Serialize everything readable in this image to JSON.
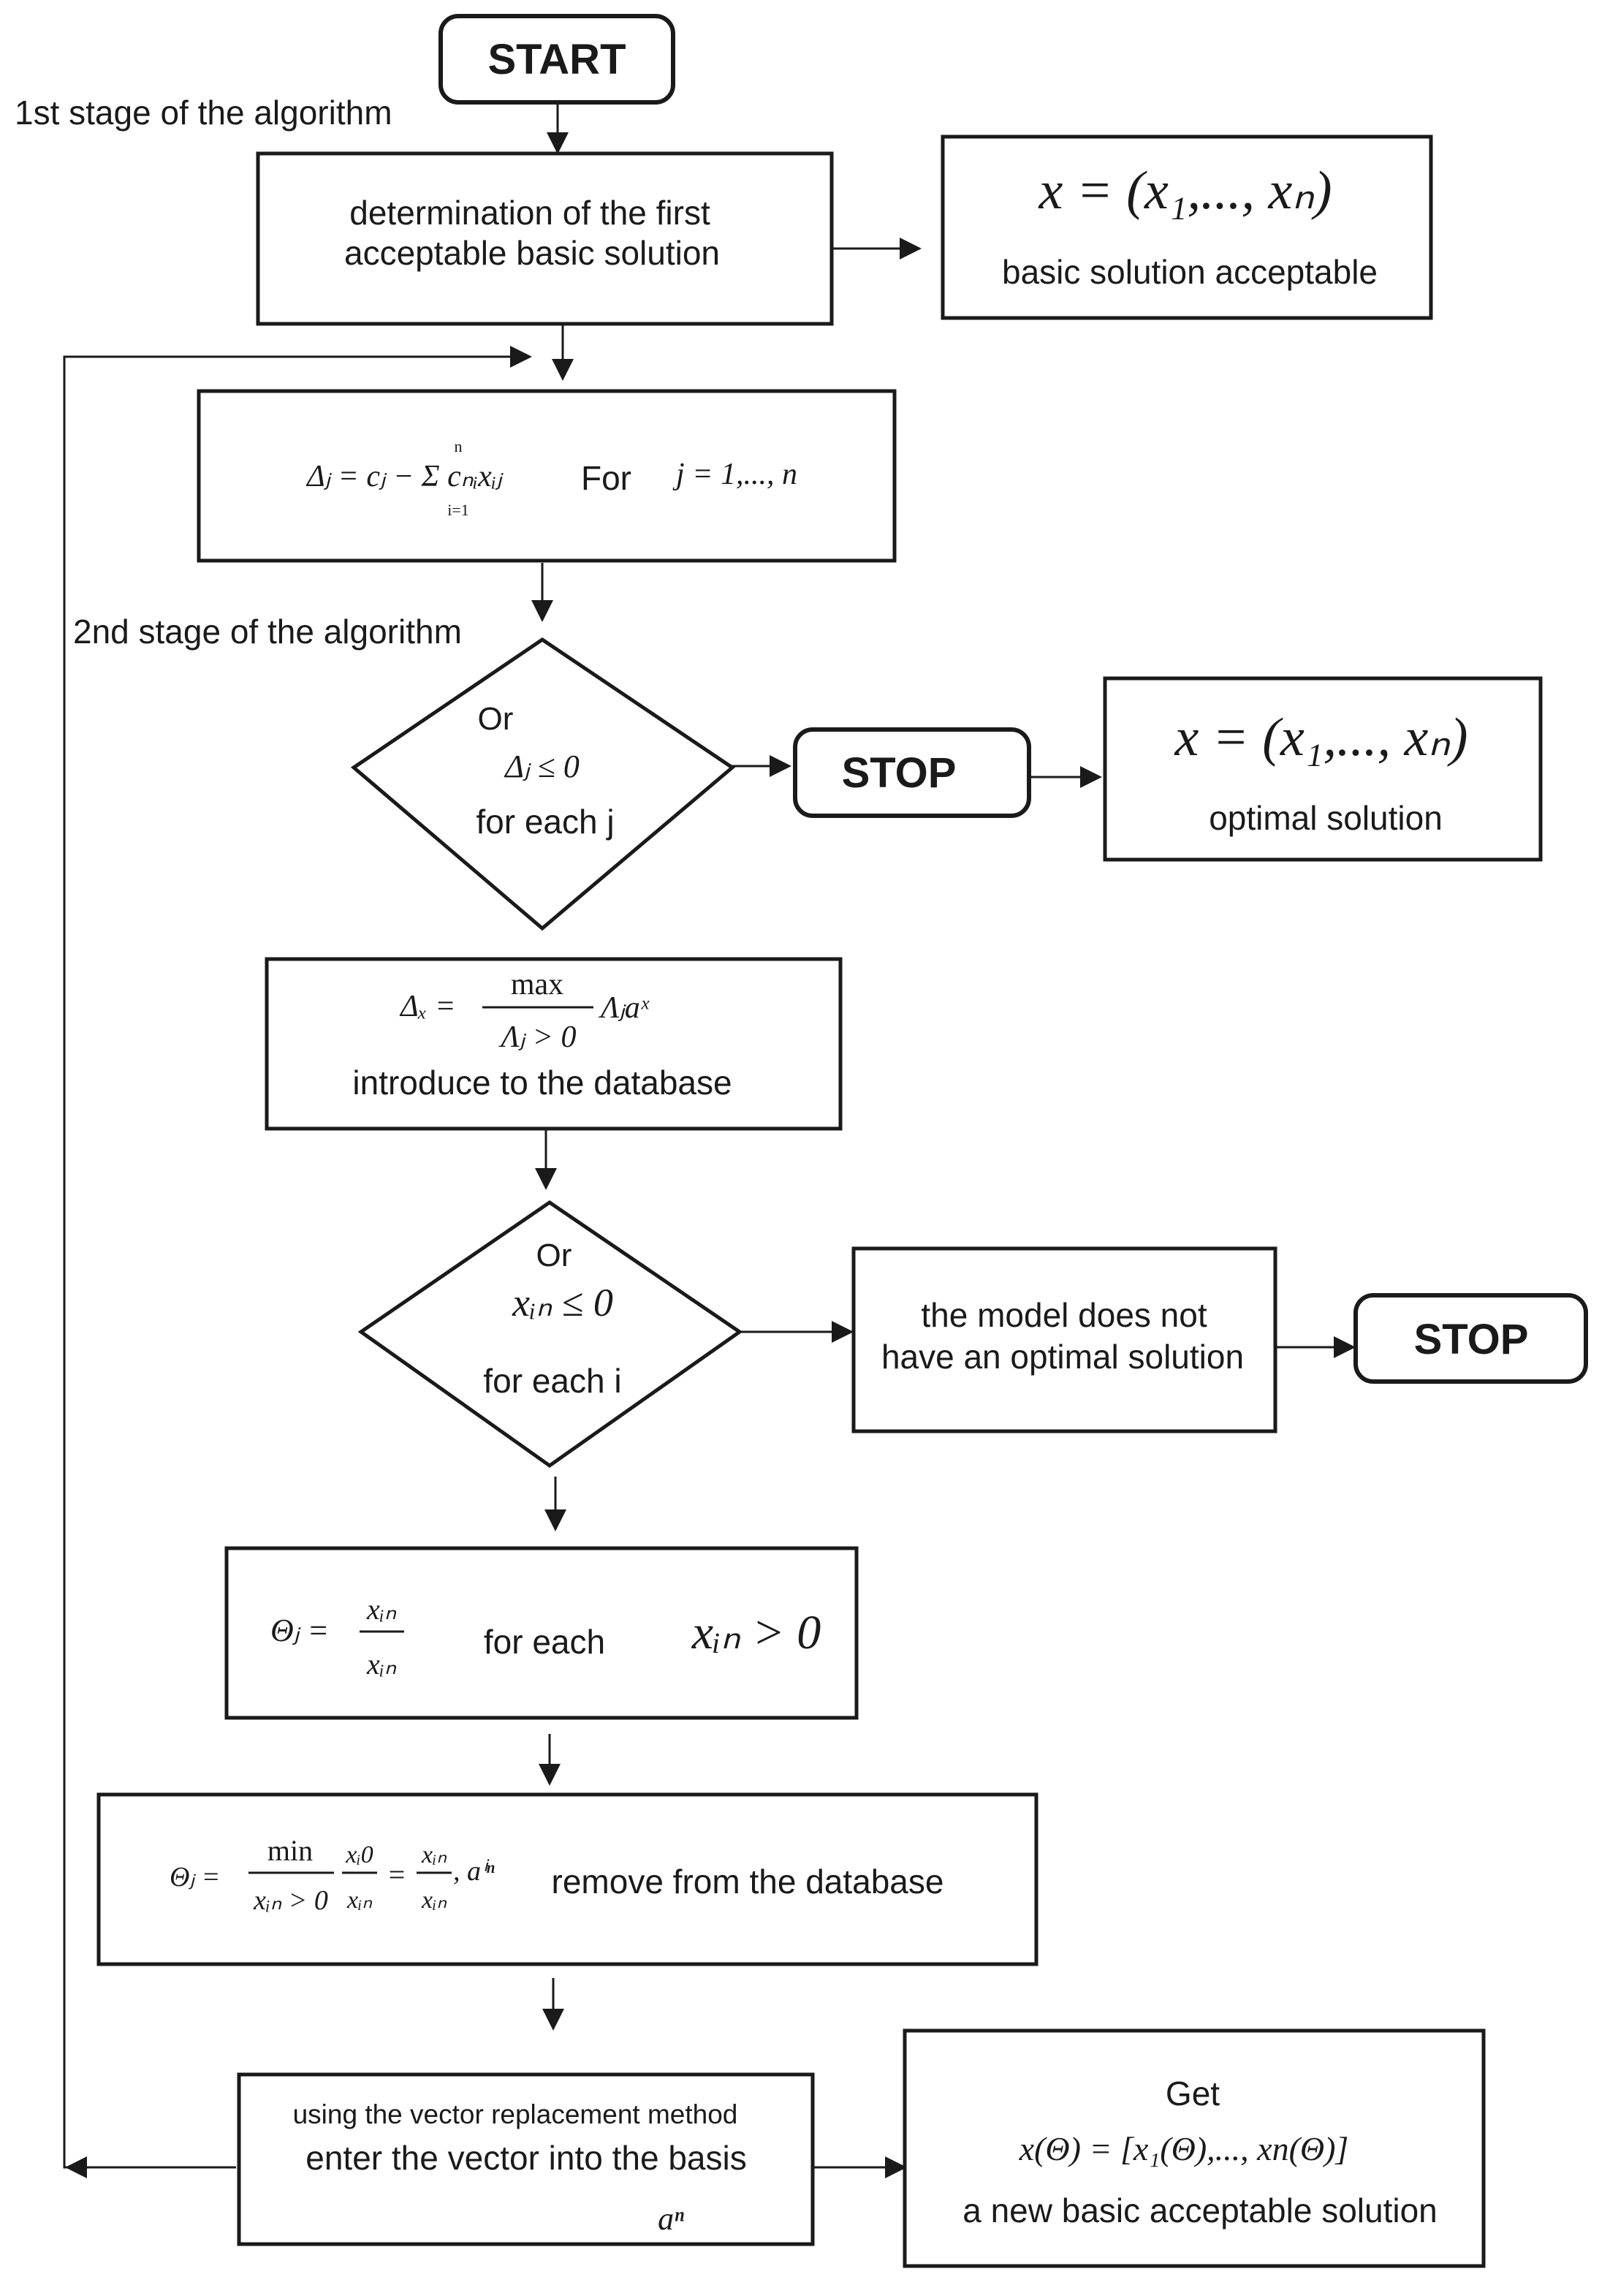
{
  "labels": {
    "start": "START",
    "stage1": "1st stage of the algorithm",
    "stage2": "2nd stage of the algorithm",
    "determination_line1": "determination  of  the  first",
    "determination_line2": "acceptable basic solution",
    "basic_acceptable": "basic solution acceptable",
    "for_word": "For",
    "or_word_1": "Or",
    "for_each_j": "for each j",
    "stop_1": "STOP",
    "optimal_solution": "optimal solution",
    "introduce": "introduce to the database",
    "or_word_2": "Or",
    "for_each_i": "for each i",
    "no_optimal_line1": "the  model  does  not",
    "no_optimal_line2": "have an optimal solution",
    "stop_2": "STOP",
    "for_each": "for each",
    "remove": "remove from the database",
    "vector_replace_line1": "using the vector replacement method",
    "vector_replace_line2": "enter the vector into the basis",
    "get": "Get",
    "new_basic": "a new basic acceptable solution"
  },
  "formulas": {
    "x_vector": "x = (x₁,..., xₙ)",
    "delta_j": "Δⱼ = cⱼ − Σ cₙᵢxᵢⱼ",
    "sum_top": "n",
    "sum_bottom": "i=1",
    "j_range": "j = 1,..., n",
    "delta_cond": "Δⱼ ≤ 0",
    "x_vector_optimal": "x = (x₁,..., xₙ)",
    "delta_x_lhs": "Δₓ =",
    "max": "max",
    "lambda_cond": "Λⱼ > 0",
    "lambda_a": "Λⱼaˣ",
    "xin_cond": "xᵢₙ ≤ 0",
    "theta_lhs": "Θⱼ =",
    "theta_num": "xᵢₙ",
    "theta_den": "xᵢₙ",
    "xin_gt0": "xᵢₙ > 0",
    "theta_min_lhs": "Θⱼ =",
    "min": "min",
    "xin_gt0_small": "xᵢₙ > 0",
    "frac1_num": "xᵢ0",
    "frac1_den": "xᵢₙ",
    "equals": "=",
    "frac2_num": "xᵢₙ",
    "frac2_den": "xᵢₙ",
    "a_in": ", aⁱⁿ",
    "a_n": "aⁿ",
    "x_theta": "x(Θ) = [x₁(Θ),..., xn(Θ)]"
  }
}
